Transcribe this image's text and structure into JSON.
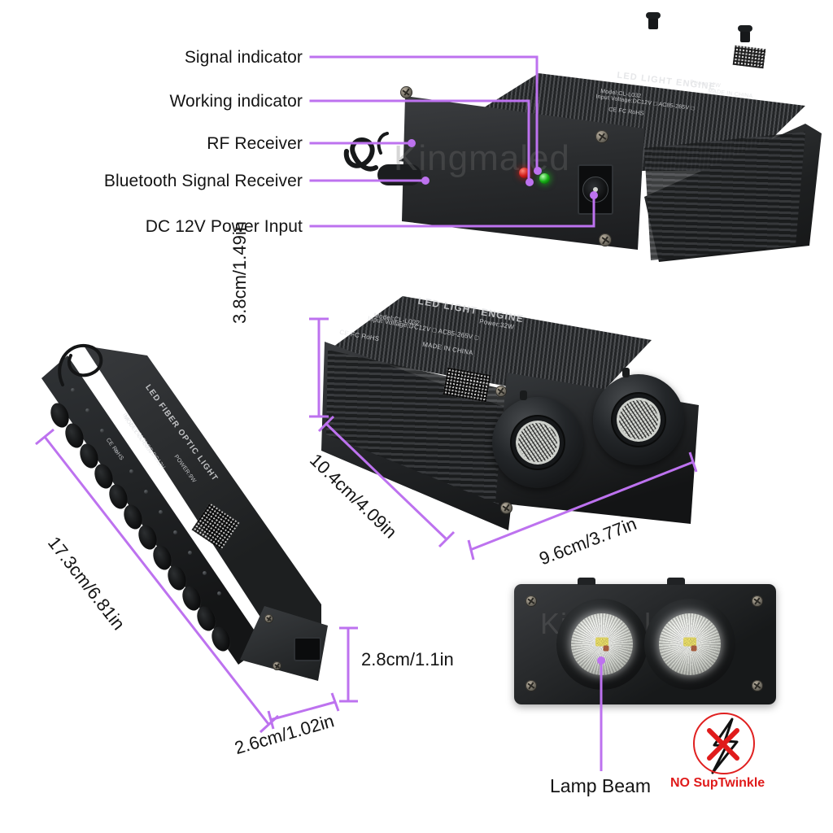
{
  "accent_color": "#bd72ef",
  "warning_color": "#e01b1b",
  "watermark": "Kingmaled",
  "callouts": [
    {
      "id": "signal-indicator",
      "label": "Signal indicator"
    },
    {
      "id": "working-indicator",
      "label": "Working indicator"
    },
    {
      "id": "rf-receiver",
      "label": "RF Receiver"
    },
    {
      "id": "bluetooth-receiver",
      "label": "Bluetooth Signal Receiver"
    },
    {
      "id": "dc-power-input",
      "label": "DC 12V Power Input"
    }
  ],
  "dimensions": {
    "engine_height": "3.8cm/1.49in",
    "engine_depth": "10.4cm/4.09in",
    "engine_width": "9.6cm/3.77in",
    "bar_length": "17.3cm/6.81in",
    "bar_height": "2.8cm/1.1in",
    "bar_width": "2.6cm/1.02in"
  },
  "bottom": {
    "lamp_beam_label": "Lamp Beam",
    "no_twinkle_label": "NO SupTwinkle"
  },
  "engine_plate": {
    "title": "LED LIGHT ENGINE",
    "model": "Model:CL-L032",
    "voltage": "Input Voltage:DC12V □ AC85-265V □",
    "power": "Power:32W",
    "origin": "MADE IN CHINA",
    "certs": "CE FC RoHS"
  },
  "bar_plate": {
    "title": "LED FIBER OPTIC LIGHT",
    "model": "MODEL:CL-L009",
    "voltage": "INPUT VOLTAGE:DC12V",
    "power": "POWER:9W",
    "certs": "CE RoHS"
  }
}
